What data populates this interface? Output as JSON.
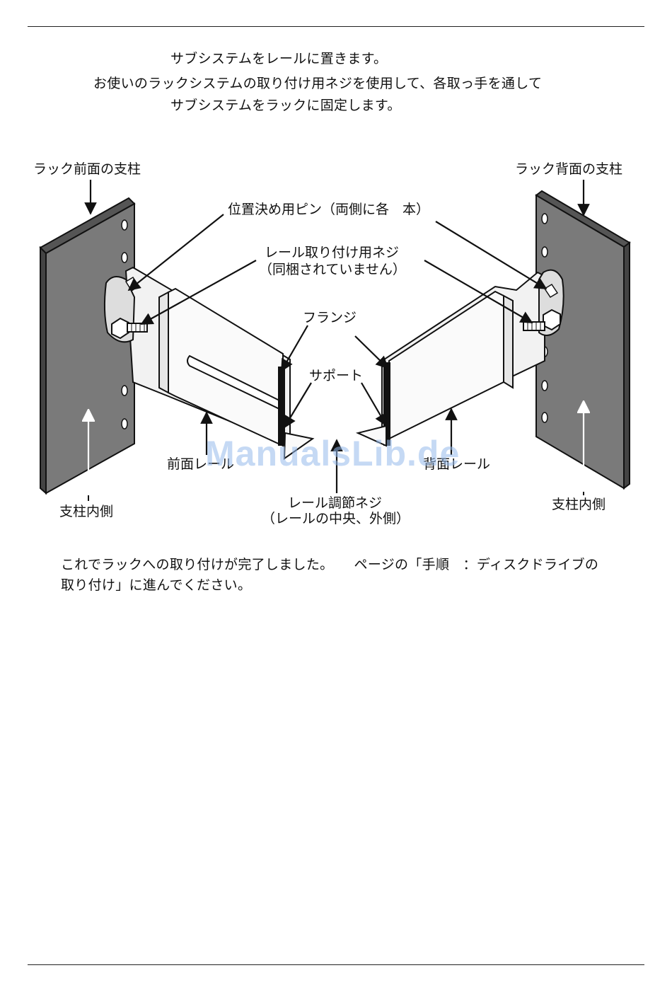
{
  "instructions": {
    "step_place": "サブシステムをレールに置きます。",
    "step_fix_line1": "お使いのラックシステムの取り付け用ネジを使用して、各取っ手を通して",
    "step_fix_line2": "サブシステムをラックに固定します。"
  },
  "figure_labels": {
    "front_post": "ラック前面の支柱",
    "rear_post": "ラック背面の支柱",
    "pin": "位置決め用ピン（両側に各　本）",
    "screw_line1": "レール取り付け用ネジ",
    "screw_line2": "（同梱されていません）",
    "flange": "フランジ",
    "support": "サポート",
    "front_rail": "前面レール",
    "rear_rail": "背面レール",
    "adjust_line1": "レール調節ネジ",
    "adjust_line2": "（レールの中央、外側）",
    "post_inner_left": "支柱内側",
    "post_inner_right": "支柱内側"
  },
  "conclusion": {
    "line1": "これでラックへの取り付けが完了しました。　　ページの「手順　：ディスクドライブの",
    "line2": "取り付け」に進んでください。"
  },
  "watermark": "ManualsLib.de",
  "colors": {
    "post": "#777777",
    "rail": "#f2f2f2",
    "outline": "#111111",
    "watermark": "#96b9eb"
  }
}
